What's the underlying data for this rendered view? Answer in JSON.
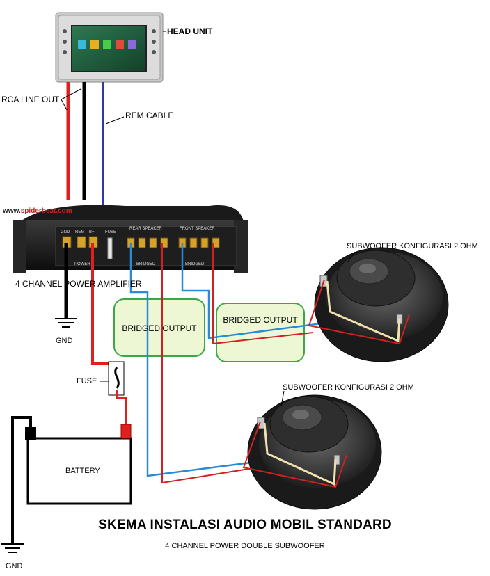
{
  "labels": {
    "head_unit": "HEAD UNIT",
    "rca_line_out": "RCA LINE OUT",
    "rem_cable": "REM CABLE",
    "amplifier": "4 CHANNEL POWER AMPLIFIER",
    "gnd": "GND",
    "fuse": "FUSE",
    "battery": "BATTERY",
    "bridged_output_1": "BRIDGED OUTPUT",
    "bridged_output_2": "BRIDGED OUTPUT",
    "subwoofer_top": "SUBWOOFER  KONFIGURASI 2 OHM",
    "subwoofer_bottom": "SUBWOOFER  KONFIGURASI 2 OHM",
    "title": "SKEMA INSTALASI AUDIO MOBIL STANDARD",
    "subtitle": "4 CHANNEL POWER DOUBLE SUBWOOFER"
  },
  "watermark": {
    "prefix": "www.",
    "brand": "spiderbeat",
    "suffix": ".com"
  },
  "amp_panel": {
    "gnd": "GND",
    "rem": "REM",
    "bplus": "B+",
    "fuse": "FUSE",
    "rear_speaker": "REAR SPEAKER",
    "front_speaker": "FRONT SPEAKER",
    "power": "POWER",
    "bridged_rear": "BRIDGED",
    "bridged_front": "BRIDGED"
  },
  "colors": {
    "power_wire": "#e0201c",
    "remote_wire": "#2a3aa8",
    "speaker_wire": "#2a8ad8",
    "ground_wire": "#000000",
    "bridge_box_fill": "#eef7d4",
    "bridge_box_border": "#3aa844"
  }
}
